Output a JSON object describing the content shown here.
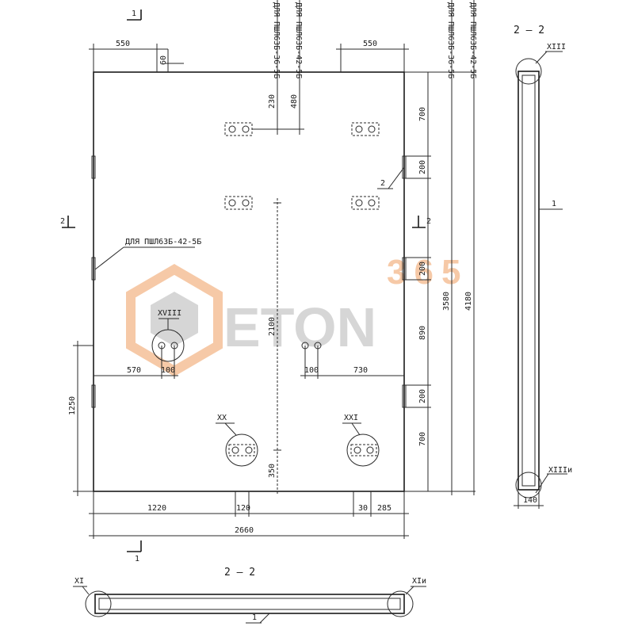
{
  "dimensions": {
    "top_left_offset": "550",
    "top_right_offset": "550",
    "top_edge_gap": "60",
    "pipe_offset_1": "230",
    "pipe_offset_2": "480",
    "right_top": "700",
    "right_insert_1": "200",
    "right_insert_2": "200",
    "right_mid": "890",
    "right_insert_3": "200",
    "right_bottom": "700",
    "height_3580": "3580",
    "height_4180": "4180",
    "inner_2100": "2100",
    "left_1250": "1250",
    "hole_x_570": "570",
    "hole_w_100_left": "100",
    "hole_w_100_right": "100",
    "hole_x_730": "730",
    "bottom_350": "350",
    "bottom_1220": "1220",
    "bottom_120": "120",
    "bottom_30": "30",
    "bottom_285": "285",
    "total_width": "2660",
    "side_width": "140"
  },
  "labels": {
    "pipe_label_1": "ДЛЯ ПШЛ63Б-36-5Б",
    "pipe_label_2": "ДЛЯ ПШЛ63Б-42-5Б",
    "left_insert_label": "ДЛЯ ПШЛ63Б-42-5Б",
    "section_1_top": "1",
    "section_1_bottom": "1",
    "section_2_left": "2",
    "section_2_right": "2",
    "callout_2": "2",
    "callout_1_side": "1",
    "callout_1_bottom": "1",
    "node_viii": "XVIII",
    "node_xx": "XX",
    "node_xxi": "XXI",
    "node_xiii_top": "XIII",
    "node_xiii_bottom": "XIIIи",
    "node_xi_left": "XI",
    "node_xi_right": "XIи"
  },
  "titles": {
    "side_section": "2 – 2",
    "bottom_section": "2 – 2"
  },
  "watermark": {
    "brand": "ETON",
    "number": "365",
    "color_orange": "#f3b88a",
    "color_grey": "#c9c9c9"
  }
}
